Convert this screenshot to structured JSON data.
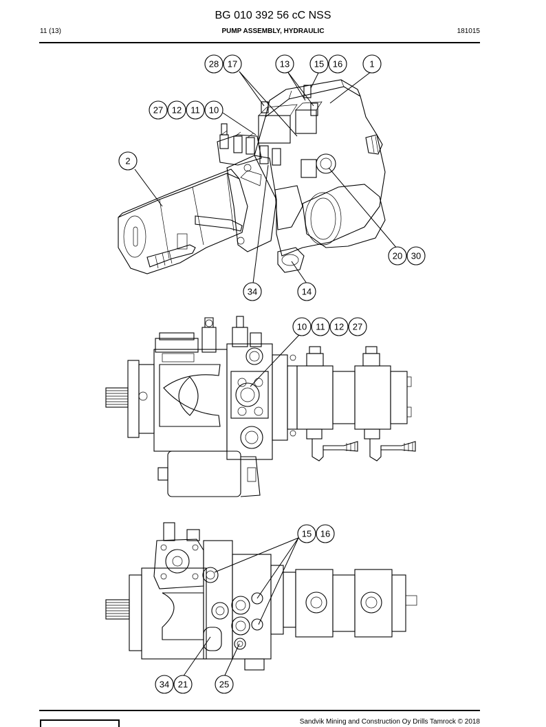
{
  "header": {
    "document_title": "BG 010 392 56 cC NSS",
    "page_number": "11 (13)",
    "section_title": "PUMP ASSEMBLY, HYDRAULIC",
    "date_code": "181015"
  },
  "footer": {
    "copyright": "Sandvik Mining and Construction Oy Drills Tamrock © 2018"
  },
  "views": {
    "iso": {
      "callouts": [
        "28",
        "17",
        "13",
        "15",
        "16",
        "1",
        "27",
        "12",
        "11",
        "10",
        "2",
        "20",
        "30",
        "34",
        "14"
      ]
    },
    "top": {
      "callouts": [
        "10",
        "11",
        "12",
        "27"
      ]
    },
    "side": {
      "callouts": [
        "15",
        "16",
        "34",
        "21",
        "25"
      ]
    }
  }
}
